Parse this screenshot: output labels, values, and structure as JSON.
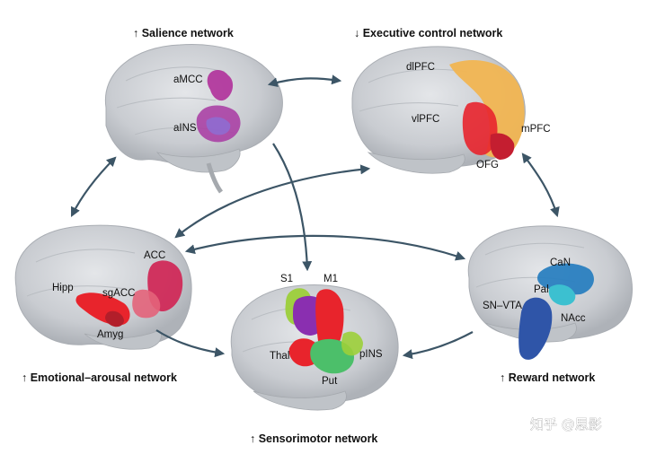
{
  "networks": {
    "salience": {
      "title": "↑ Salience network",
      "regions": [
        "aMCC",
        "aINS"
      ]
    },
    "executive": {
      "title": "↓ Executive control network",
      "regions": [
        "dlPFC",
        "vlPFC",
        "mPFC",
        "OFG"
      ]
    },
    "emotional": {
      "title": "↑ Emotional–arousal network",
      "regions": [
        "ACC",
        "Hipp",
        "sgACC",
        "Amyg"
      ]
    },
    "reward": {
      "title": "↑ Reward network",
      "regions": [
        "CaN",
        "Pal",
        "SN–VTA",
        "NAcc"
      ]
    },
    "sensorimotor": {
      "title": "↑ Sensorimotor network",
      "regions": [
        "S1",
        "M1",
        "Thal",
        "pINS",
        "Put"
      ]
    }
  },
  "watermark": "知乎 @思影",
  "colors": {
    "brain": "#cfd2d6",
    "arrow": "#3c5566",
    "magenta": "#b0309a",
    "orange": "#f1b552",
    "red": "#e8242c",
    "blue": "#2f55a8",
    "cyan": "#3cc0d0",
    "purple": "#8a2fb0",
    "green": "#4cbf6a",
    "lime": "#9ccf3a"
  }
}
